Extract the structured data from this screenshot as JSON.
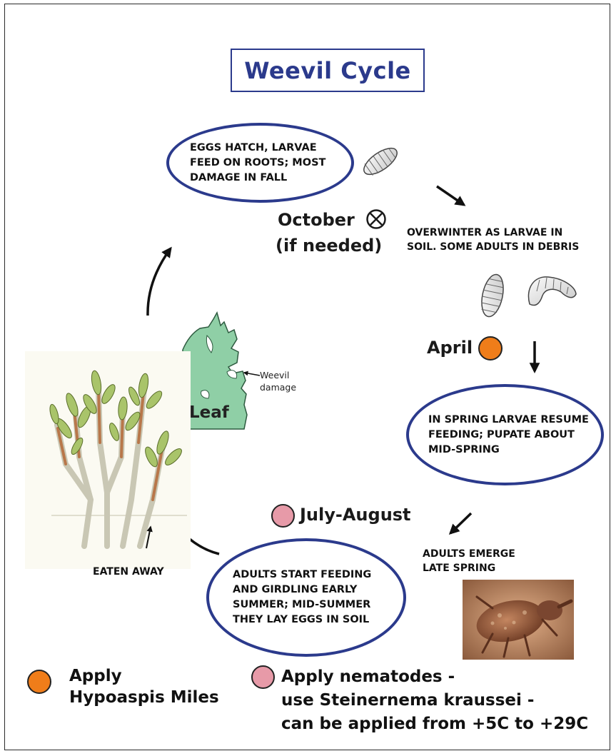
{
  "title": "Weevil Cycle",
  "stages": {
    "eggs_hatch": [
      "EGGS HATCH, LARVAE",
      "FEED ON ROOTS; MOST",
      "DAMAGE IN FALL"
    ],
    "overwinter": [
      "OVERWINTER AS LARVAE IN",
      "SOIL. SOME ADULTS IN DEBRIS"
    ],
    "spring_larvae": [
      "IN SPRING LARVAE RESUME",
      "FEEDING; PUPATE ABOUT",
      "MID-SPRING"
    ],
    "adults_emerge": [
      "ADULTS EMERGE",
      "LATE SPRING"
    ],
    "adults_feed": [
      "ADULTS START FEEDING",
      "AND GIRDLING EARLY",
      "SUMMER; MID-SUMMER",
      "THEY LAY EGGS IN SOIL"
    ]
  },
  "months": {
    "october": "October",
    "october_note": "(if needed)",
    "april": "April",
    "july_august": "July-August"
  },
  "leaf": {
    "label": "Leaf",
    "damage_label": [
      "Weevil",
      "damage"
    ]
  },
  "plant": {
    "eaten_label": "EATEN AWAY"
  },
  "legend": {
    "hypoaspis": [
      "Apply",
      "Hypoaspis Miles"
    ],
    "nematodes": [
      "Apply nematodes -",
      "use Steinernema kraussei -",
      "can be applied from +5C to +29C"
    ]
  },
  "colors": {
    "oval_border": "#2b3a8c",
    "hypoaspis_dot": "#ef7d1a",
    "nematode_dot": "#e79aa8",
    "leaf_fill": "#8fcfa6"
  },
  "icons": {
    "october_marker": "circled-x-icon"
  }
}
